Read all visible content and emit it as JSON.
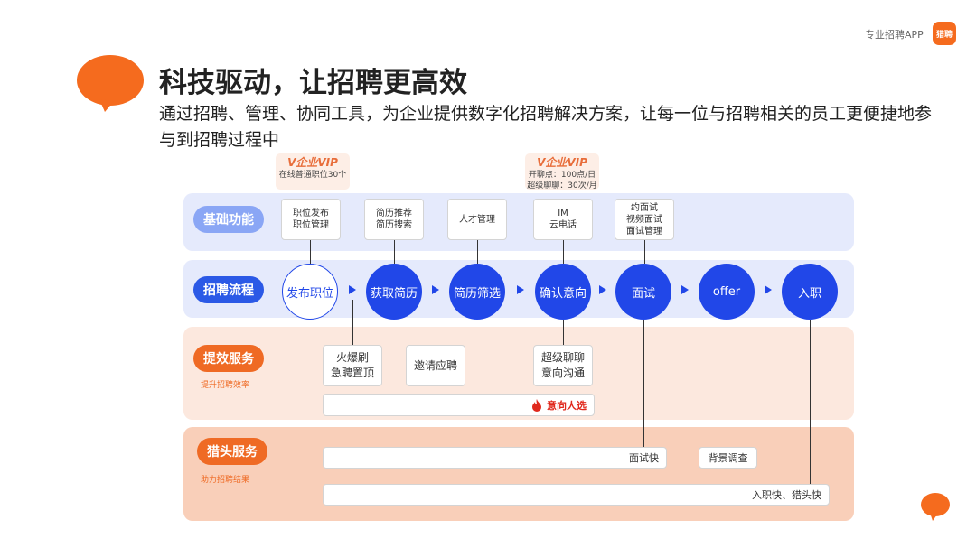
{
  "header": {
    "tagline": "专业招聘APP",
    "logo_text": "猎聘",
    "title": "科技驱动，让招聘更高效",
    "subtitle": "通过招聘、管理、协同工具，为企业提供数字化招聘解决方案，让每一位与招聘相关的员工更便捷地参与到招聘过程中"
  },
  "colors": {
    "primary_blue": "#2147e8",
    "accent_orange": "#ef6a24",
    "light_blue_band": "#e5eafc",
    "light_orange_band": "#fce8de",
    "orange_band": "#f9cfb9"
  },
  "bands": {
    "basic": {
      "label": "基础功能"
    },
    "process": {
      "label": "招聘流程"
    },
    "efficiency": {
      "label": "提效服务",
      "note": "提升招聘效率"
    },
    "headhunt": {
      "label": "猎头服务",
      "note": "助力招聘结果"
    }
  },
  "vip_badges": [
    {
      "tag": "企业VIP",
      "lines": [
        "在线普通职位30个"
      ]
    },
    {
      "tag": "企业VIP",
      "lines": [
        "开聊点：100点/日",
        "超级聊聊：30次/月"
      ]
    }
  ],
  "basic_cards": [
    [
      "职位发布",
      "职位管理"
    ],
    [
      "简历推荐",
      "简历搜索"
    ],
    [
      "人才管理"
    ],
    [
      "IM",
      "云电话"
    ],
    [
      "约面试",
      "视频面试",
      "面试管理"
    ]
  ],
  "stages": [
    "发布职位",
    "获取简历",
    "简历筛选",
    "确认意向",
    "面试",
    "offer",
    "入职"
  ],
  "efficiency_services": [
    [
      "火爆刷",
      "急聘置顶"
    ],
    [
      "邀请应聘"
    ],
    [
      "超级聊聊",
      "意向沟通"
    ]
  ],
  "efficiency_bar": {
    "label": "意向人选",
    "icon": "flame-icon"
  },
  "headhunt_services": {
    "interview_fast": "面试快",
    "background_check": "背景调查",
    "onboard_fast": "入职快、猎头快"
  }
}
